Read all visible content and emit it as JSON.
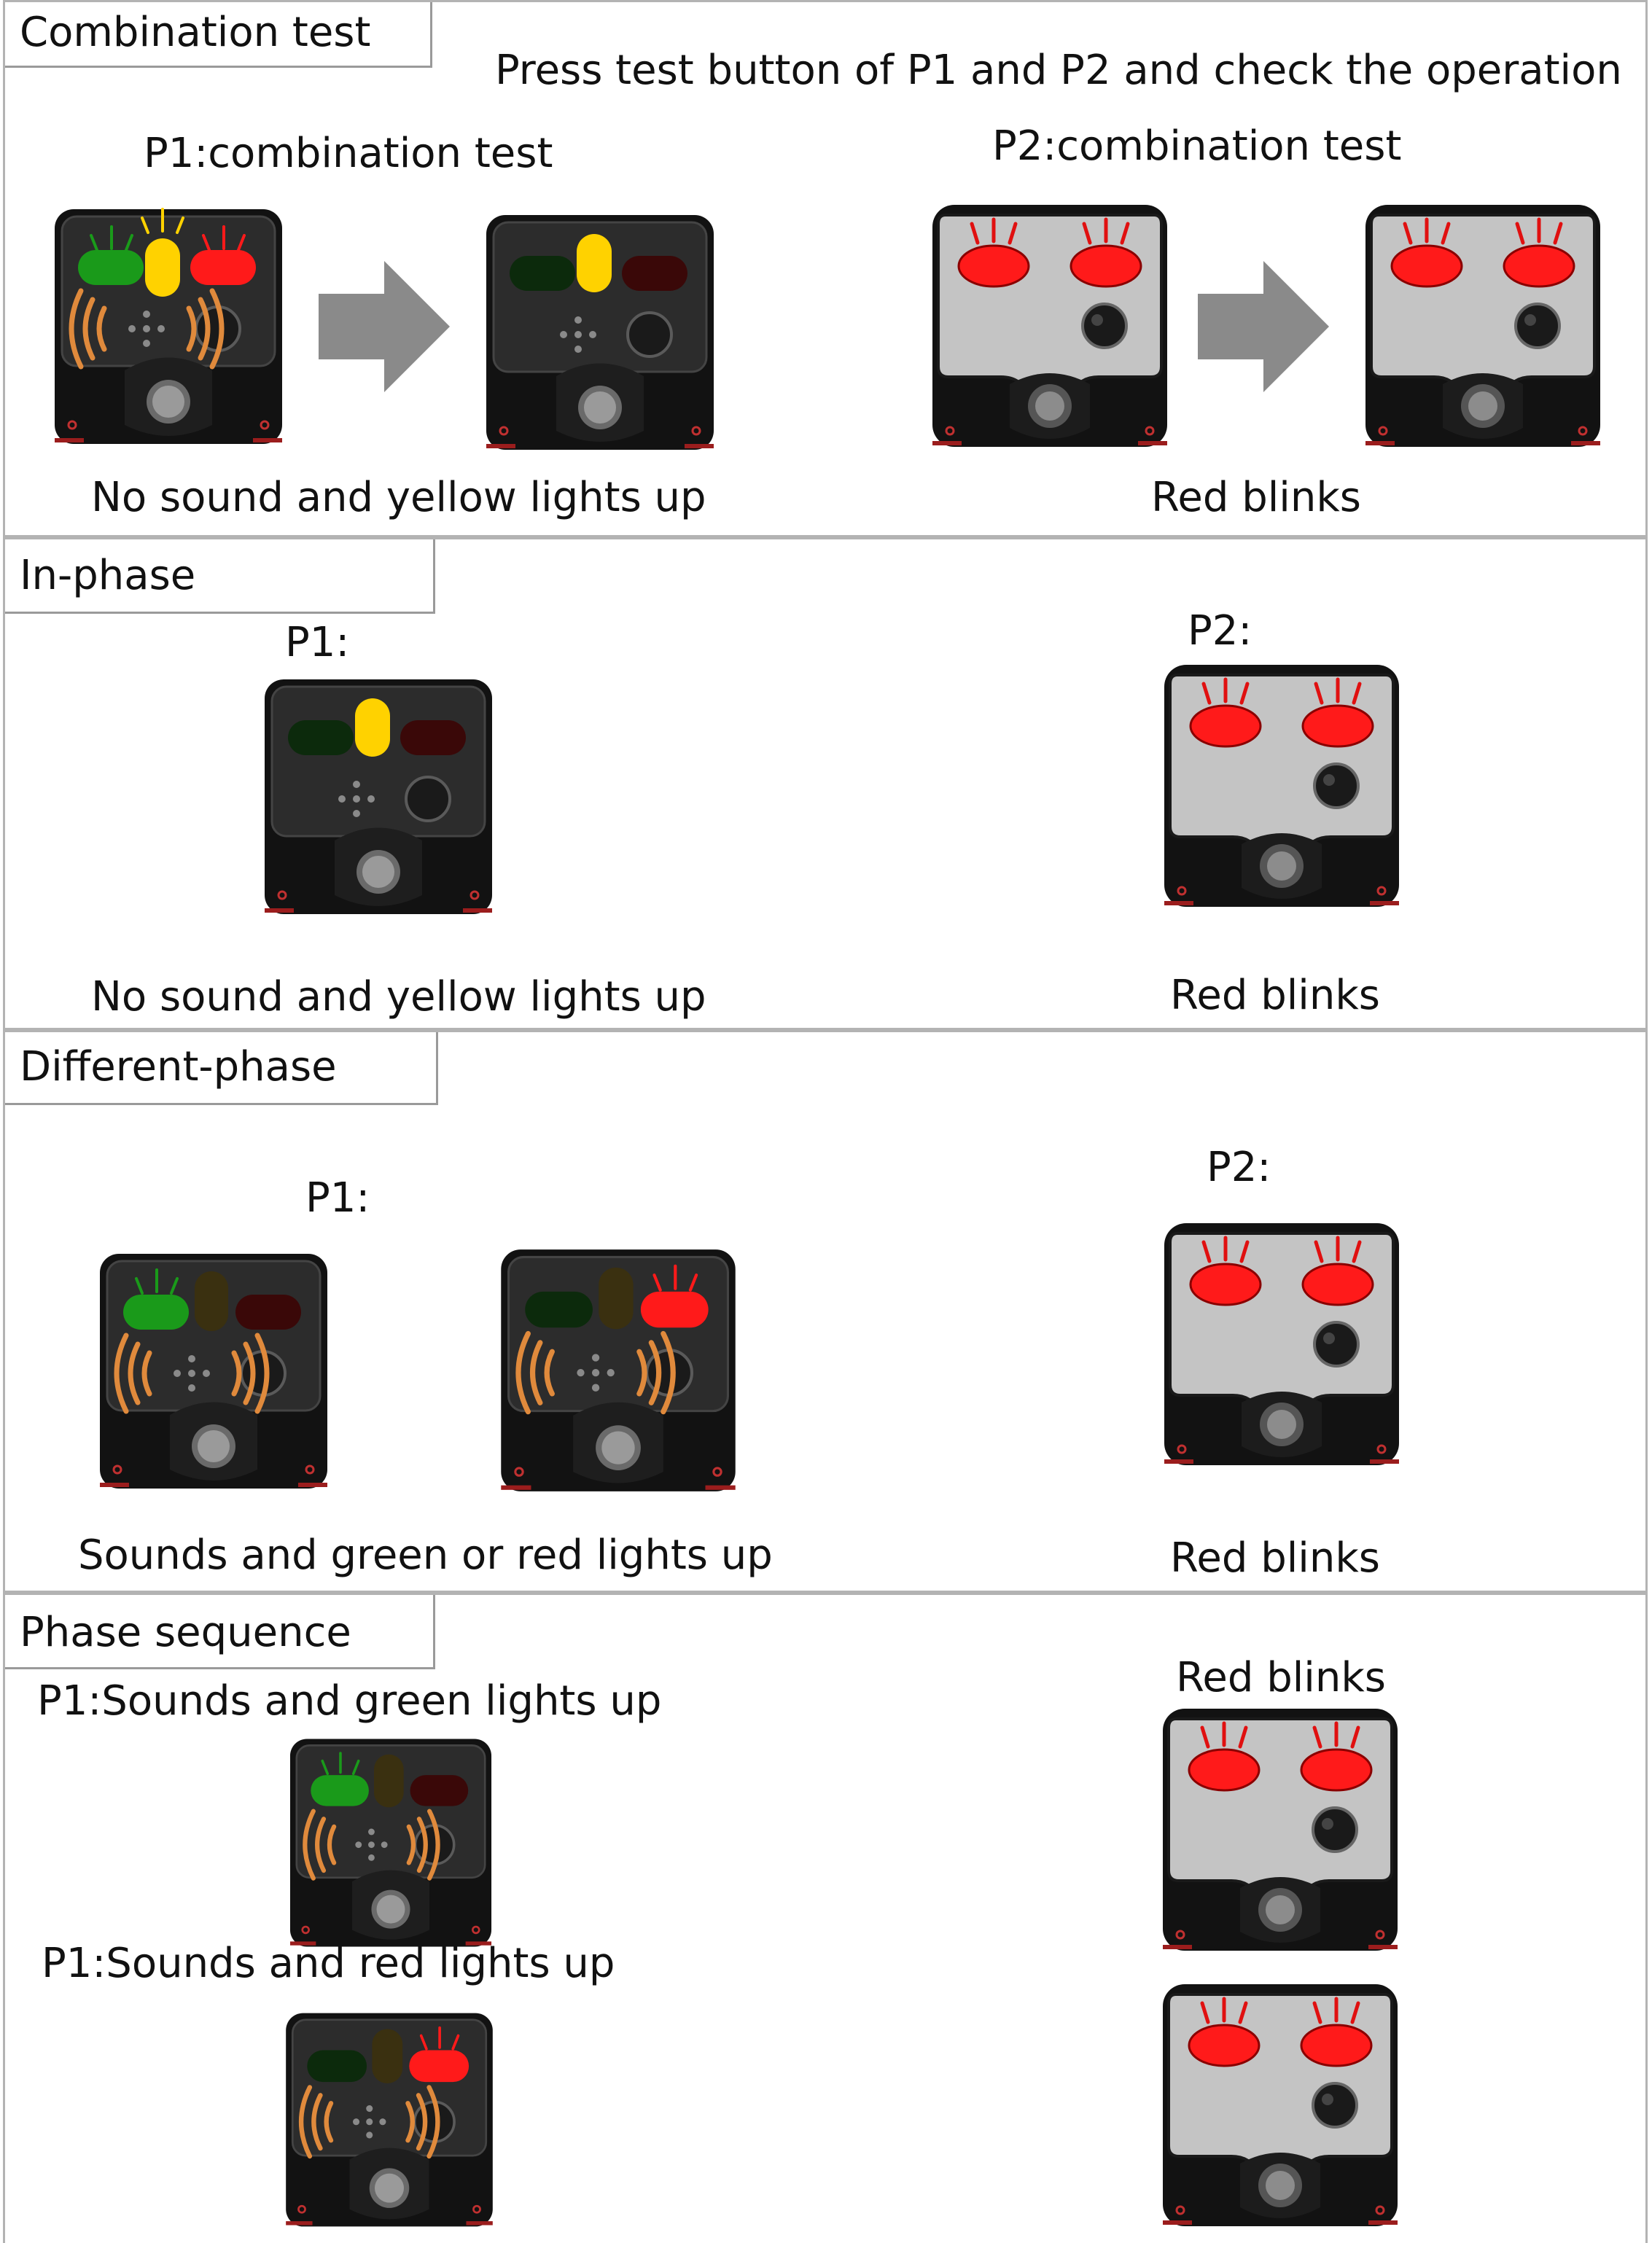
{
  "combination": {
    "tab": "Combination test",
    "instruction": "Press test button of P1 and P2 and check the operation",
    "p1_title": "P1:combination test",
    "p2_title": "P2:combination test",
    "p1_caption": "No sound and  yellow lights up",
    "p2_caption": "Red blinks"
  },
  "in_phase": {
    "tab": "In-phase",
    "p1_title": "P1:",
    "p2_title": "P2:",
    "p1_caption": "No sound and  yellow lights up",
    "p2_caption": "Red blinks"
  },
  "different_phase": {
    "tab": "Different-phase",
    "p1_title": "P1:",
    "p2_title": "P2:",
    "p1_caption": "Sounds and green or red lights up",
    "p2_caption": "Red blinks"
  },
  "phase_sequence": {
    "tab": "Phase sequence",
    "p1_green": "P1:Sounds and green lights up",
    "p1_red": "P1:Sounds and red lights up",
    "p2_caption": "Red blinks"
  },
  "colors": {
    "frame": "#b3b3b3",
    "green_on": "#1a9a1a",
    "yellow_on": "#ffd200",
    "red_on": "#ff1a1a",
    "sound_waves": "#e08a3c",
    "p2_face": "#c4c4c4"
  }
}
